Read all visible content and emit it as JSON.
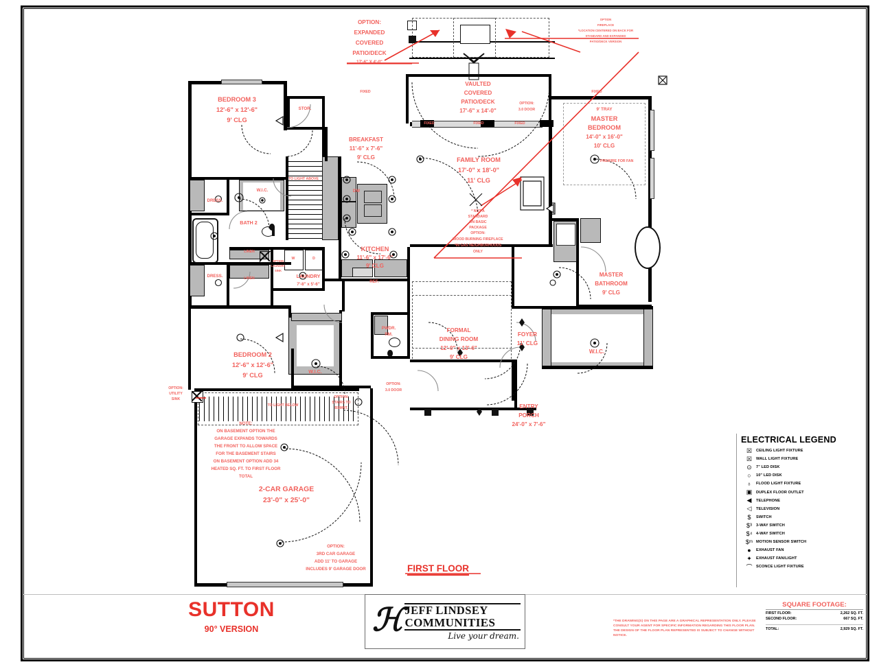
{
  "sheet": {
    "first_floor_label": "FIRST FLOOR"
  },
  "title_block": {
    "plan_name": "SUTTON",
    "version": "90° VERSION",
    "logo": {
      "line1": "JEFF LINDSEY",
      "line2": "COMMUNITIES",
      "tagline": "Live your dream."
    },
    "disclaimer": "*THE DRAWING(S) ON THIS PAGE ARE A GRAPHICAL REPRESENTATION ONLY. PLEASE CONSULT YOUR AGENT FOR SPECIFIC INFORMATION REGARDING THIS FLOOR PLAN. THE DESIGN OF THE FLOOR PLAN REPRESENTED IS SUBJECT TO CHANGE WITHOUT NOTICE."
  },
  "square_footage": {
    "title": "SQUARE FOOTAGE:",
    "rows": [
      {
        "label": "FIRST FLOOR:",
        "value": "2,262 SQ. FT."
      },
      {
        "label": "SECOND FLOOR:",
        "value": "667 SQ. FT."
      }
    ],
    "total": {
      "label": "TOTAL:",
      "value": "2,929 SQ. FT."
    }
  },
  "legend": {
    "title": "ELECTRICAL LEGEND",
    "items": [
      {
        "icon": "ceiling-light-fixture-icon",
        "glyph": "☒",
        "label": "CEILING LIGHT FIXTURE"
      },
      {
        "icon": "wall-light-fixture-icon",
        "glyph": "☒",
        "label": "WALL LIGHT FIXTURE"
      },
      {
        "icon": "led-disk-7-icon",
        "glyph": "⊙",
        "label": "7\" LED DISK"
      },
      {
        "icon": "led-disk-10-icon",
        "glyph": "○",
        "label": "10\" LED DISK"
      },
      {
        "icon": "flood-light-fixture-icon",
        "glyph": "♁",
        "label": "FLOOD LIGHT FIXTURE"
      },
      {
        "icon": "duplex-floor-outlet-icon",
        "glyph": "▣",
        "label": "DUPLEX FLOOR OUTLET"
      },
      {
        "icon": "telephone-icon",
        "glyph": "◀",
        "label": "TELEPHONE"
      },
      {
        "icon": "television-icon",
        "glyph": "◁",
        "label": "TELEVISION"
      },
      {
        "icon": "switch-icon",
        "glyph": "$",
        "label": "SWITCH"
      },
      {
        "icon": "three-way-switch-icon",
        "glyph": "$³",
        "label": "3-WAY SWITCH"
      },
      {
        "icon": "four-way-switch-icon",
        "glyph": "$⁴",
        "label": "4-WAY SWITCH"
      },
      {
        "icon": "motion-sensor-switch-icon",
        "glyph": "$ᵐ",
        "label": "MOTION SENSOR SWITCH"
      },
      {
        "icon": "exhaust-fan-icon",
        "glyph": "●",
        "label": "EXHAUST FAN"
      },
      {
        "icon": "exhaust-fan-light-icon",
        "glyph": "✦",
        "label": "EXHAUST FAN/LIGHT"
      },
      {
        "icon": "sconce-light-fixture-icon",
        "glyph": "⌒",
        "label": "SCONCE LIGHT FIXTURE"
      }
    ]
  },
  "rooms": {
    "bedroom3": {
      "name": "BEDROOM 3",
      "dims": "12'-6\" x 12'-6\"",
      "clg": "9' CLG"
    },
    "bedroom2": {
      "name": "BEDROOM 2",
      "dims": "12'-6\" x 12'-6\"",
      "clg": "9' CLG"
    },
    "breakfast": {
      "name": "BREAKFAST",
      "dims": "11'-6\" x 7'-6\"",
      "clg": "9' CLG"
    },
    "kitchen": {
      "name": "KITCHEN",
      "dims": "11'-6\" x 17'-6\"",
      "clg": "9' CLG"
    },
    "family": {
      "name": "FAMILY ROOM",
      "dims": "17'-0\" x 18'-0\"",
      "clg": "11' CLG"
    },
    "patio": {
      "name1": "VAULTED",
      "name2": "COVERED",
      "name3": "PATIO/DECK",
      "dims": "17'-6\" x 14'-0\""
    },
    "master_bedroom": {
      "tray": "9' TRAY",
      "name1": "MASTER",
      "name2": "BEDROOM",
      "dims": "14'-0\" x 16'-0\"",
      "clg": "10' CLG"
    },
    "master_bath": {
      "name1": "MASTER",
      "name2": "BATHROOM",
      "clg": "9' CLG"
    },
    "dining": {
      "name1": "FORMAL",
      "name2": "DINING ROOM",
      "dims": "12'-0\" x 13'-6\"",
      "clg": "9' CLG"
    },
    "foyer": {
      "name": "FOYER",
      "clg": "11' CLG"
    },
    "entry_porch": {
      "name1": "ENTRY",
      "name2": "PORCH",
      "dims": "24'-0\" x 7'-6\""
    },
    "garage": {
      "name": "2-CAR GARAGE",
      "dims": "23'-0\" x 25'-0\""
    },
    "laundry": {
      "name": "LAUNDRY",
      "dims": "7'-8\" x 5'-6\""
    },
    "bath2": {
      "name": "BATH 2"
    },
    "powder": {
      "name1": "PWDR.",
      "name2": "RM."
    },
    "storage": {
      "name": "STOR."
    },
    "wic_master": {
      "name": "W.I.C."
    },
    "wic_hall": {
      "name": "W.I.C."
    },
    "wic_bed2": {
      "name": "W.I.C."
    },
    "dress_top": {
      "name": "DRESS."
    },
    "dress_bottom": {
      "name": "DRESS."
    },
    "linen_top": {
      "name": "LINEN"
    },
    "linen_bottom": {
      "name": "LINEN"
    }
  },
  "fixtures": {
    "dishwasher": "DW",
    "refrigerator": "REF.",
    "washer": "W",
    "dryer": "D",
    "prewire_fan": "PREWIRE FOR FAN",
    "to_light_above": "TO LIGHT ABOVE",
    "to_light_below": "TO LIGHT BELOW"
  },
  "windows": {
    "fixed": "FIXED"
  },
  "options": {
    "expanded_patio": {
      "l1": "OPTION:",
      "l2": "EXPANDED",
      "l3": "COVERED",
      "l4": "PATIO/DECK",
      "dims": "17'-6\" X 4'-0\""
    },
    "fireplace_top": {
      "l1": "OPTION",
      "l2": "FIREPLACE",
      "l3": "*LOCATION CENTERED ON BACK FOR",
      "l4": "STANDARD AND EXPANDED",
      "l5": "PATIO/DECK VERSION"
    },
    "wood_fireplace": {
      "l1": "OPTION:",
      "l2": "WOOD BURNING FIREPLACE",
      "l3": "*IN GAS NEIGHBORHOODS",
      "l4": "ONLY"
    },
    "not_standard": {
      "l1": "* NOT A",
      "l2": "STANDARD",
      "l3": "ON BASIC",
      "l4": "PACKAGE"
    },
    "door_30_top": {
      "l1": "OPTION:",
      "l2": "3.0 DOOR"
    },
    "door_30_bottom": {
      "l1": "OPTION:",
      "l2": "3.0 DOOR"
    },
    "laundry_sink": {
      "l1": "OPTION",
      "l2": "LAUNDRY",
      "l3": "SINK"
    },
    "utility_sink": {
      "l1": "OPTION:",
      "l2": "UTILITY",
      "l3": "SINK"
    },
    "stairs_bsmt": {
      "l1": "OPTION:",
      "l2": "STAIRS TO",
      "l3": "BSMNT."
    },
    "third_car_garage": {
      "l1": "OPTION:",
      "l2": "3RD CAR GARAGE",
      "l3": "ADD 11' TO GARAGE",
      "l4": "INCLUDES 9' GARAGE DOOR"
    },
    "basement_note": {
      "l0": "NOTE:",
      "l1": "ON BASEMENT OPTION THE",
      "l2": "GARAGE EXPANDS TOWARDS",
      "l3": "THE FRONT TO ALLOW SPACE",
      "l4": "FOR THE BASEMENT STAIRS",
      "l5": "ON BASEMENT OPTION ADD 34",
      "l6": "HEATED SQ. FT. TO FIRST FLOOR",
      "l7": "TOTAL"
    }
  },
  "colors": {
    "accent_red": "#f2615c",
    "title_red": "#e8312a",
    "wall": "#000000",
    "fill_gray": "#b9b9b9"
  }
}
